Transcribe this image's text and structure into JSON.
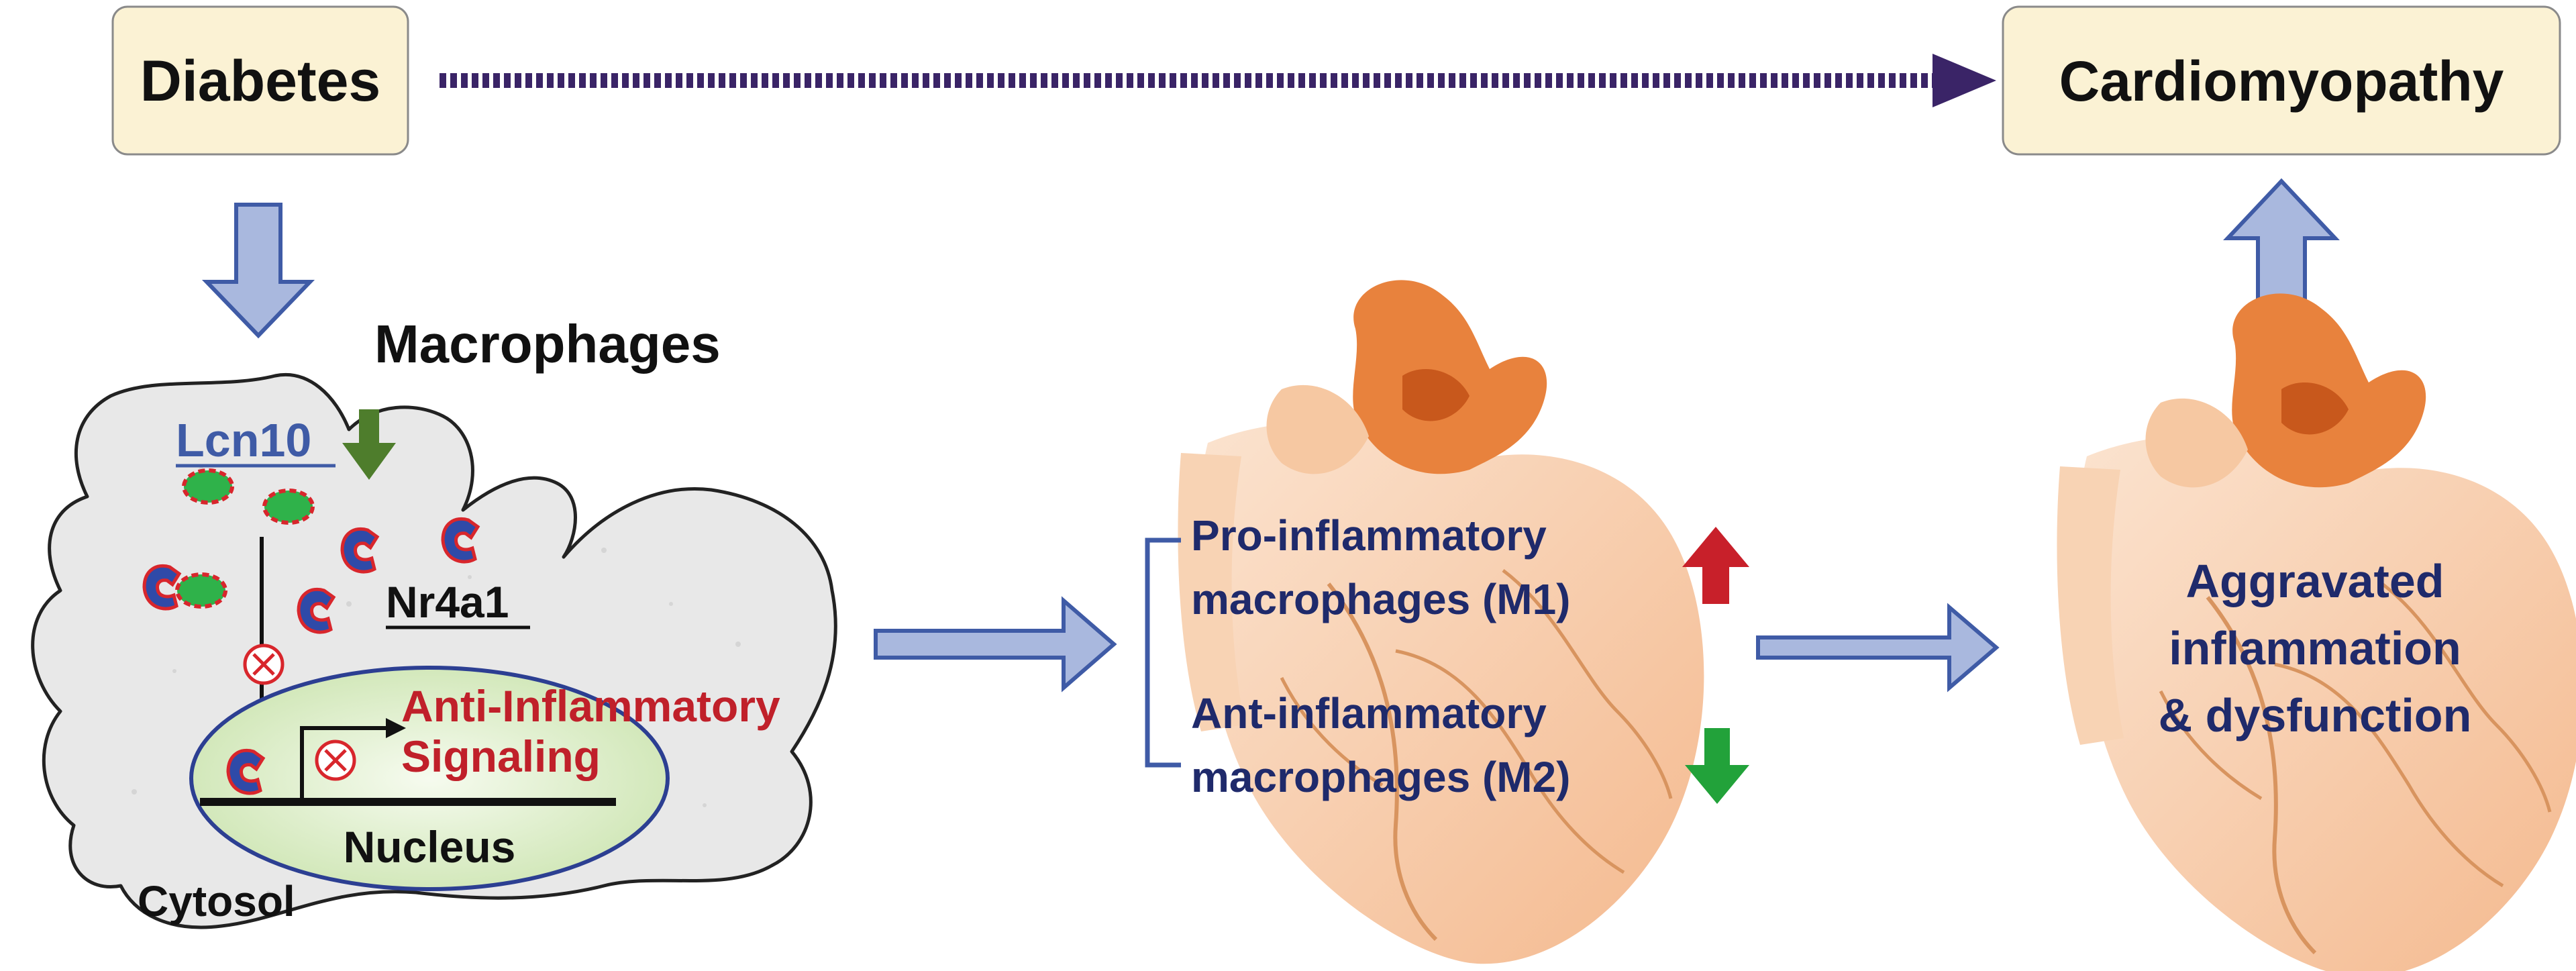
{
  "boxes": {
    "diabetes": "Diabetes",
    "cardiomyopathy": "Cardiomyopathy"
  },
  "cell": {
    "title": "Macrophages",
    "lcn10": "Lcn10",
    "nr4a1": "Nr4a1",
    "signaling_line1": "Anti-Inflammatory",
    "signaling_line2": "Signaling",
    "nucleus": "Nucleus",
    "cytosol": "Cytosol"
  },
  "heart_middle": {
    "m1_line1": "Pro-inflammatory",
    "m1_line2": "macrophages (M1)",
    "m2_line1": "Ant-inflammatory",
    "m2_line2": "macrophages (M2)"
  },
  "heart_right": {
    "line1": "Aggravated",
    "line2": "inflammation",
    "line3": "& dysfunction"
  },
  "colors": {
    "box_fill": "#fbf2d4",
    "block_arrow_fill": "#a9b8de",
    "block_arrow_stroke": "#3f5ba6",
    "dotted_arrow": "#3a2467",
    "navy_text": "#1f2a6b",
    "red_text": "#c0202a",
    "lcn10_blue": "#3f5ba6",
    "up_arrow_red": "#c8202a",
    "down_arrow_green": "#22a23a",
    "lcn10_down_arrow": "#4e7d2c",
    "nucleus_fill": "#d9ecc4",
    "heart_light": "#f7c9a3",
    "heart_dark": "#e8823d"
  },
  "icons": [
    "inhibition-icon",
    "receptor-icon",
    "lcn10-protein-icon",
    "heart-icon"
  ]
}
